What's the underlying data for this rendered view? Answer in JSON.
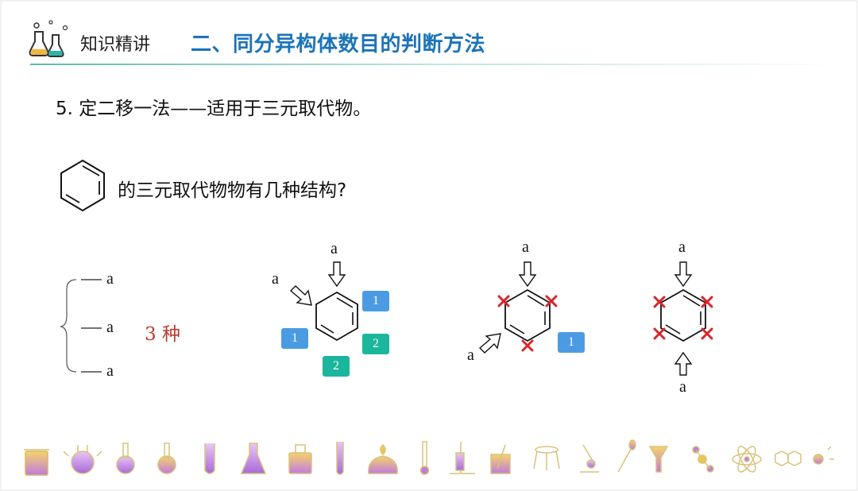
{
  "header": {
    "label": "知识精讲",
    "title": "二、同分异构体数目的判断方法"
  },
  "content": {
    "method_line": "5. 定二移一法——适用于三元取代物。",
    "question": "的三元取代物物有几种结构?",
    "count_label": "3 种",
    "substituent": "a"
  },
  "diagrams": {
    "badge_1": "1",
    "badge_2": "2"
  },
  "colors": {
    "title_blue": "#1b74b8",
    "header_line": "#5fb8b0",
    "count_red": "#c0392b",
    "badge_blue": "#4b9be3",
    "badge_teal": "#1bb69c",
    "x_mark_red": "#d7262b"
  },
  "icons": [
    "lab-flasks-logo-icon",
    "beaker-icon",
    "distillation-flask-icon",
    "round-flask-icon",
    "round-flask-icon",
    "test-tube-icon",
    "erlenmeyer-flask-icon",
    "reagent-bottle-icon",
    "test-tube-icon",
    "alcohol-lamp-icon",
    "thermometer-icon",
    "iron-stand-icon",
    "beaker-with-rod-icon",
    "tripod-icon",
    "microscope-icon",
    "dropper-icon",
    "funnel-icon",
    "molecule-icon",
    "atom-icon",
    "benzene-rings-icon",
    "sparkle-icon"
  ]
}
